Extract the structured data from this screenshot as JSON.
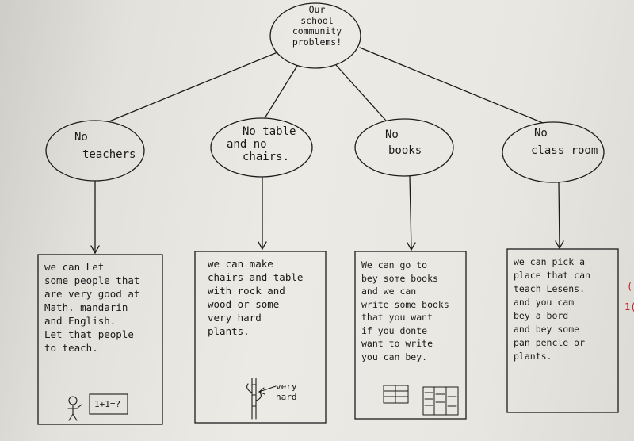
{
  "root": {
    "lines": [
      "Our",
      "school",
      "community",
      "problems!"
    ]
  },
  "problems": [
    {
      "lines": [
        "No",
        "teachers"
      ]
    },
    {
      "lines": [
        "No table",
        "and no",
        "chairs."
      ]
    },
    {
      "lines": [
        "No",
        "books"
      ]
    },
    {
      "lines": [
        "No",
        "class room"
      ]
    }
  ],
  "solutions": [
    {
      "text": "we can Let\nsome people that\nare very good at\nMath. mandarin\nand English.\nLet that people\nto teach."
    },
    {
      "text": "we can make\nchairs and table\nwith rock and\nwood or some\nvery hard\nplants."
    },
    {
      "text": "We can go to\nbey some books\nand we can\nwrite some books\nthat you want\nif you donte\nwant to write\nyou can bey."
    },
    {
      "text": "we can pick a\nplace that can\nteach Lesens.\nand you cam\nbey a bord\nand bey some\npan pencle or\nplants."
    }
  ],
  "sketch_labels": {
    "math_board": "1+1=?",
    "plant_note": "very\nhard"
  },
  "margin_marks": [
    "(",
    "1("
  ],
  "colors": {
    "ink": "#1c1c1c",
    "paper": "#eceae5",
    "red_pen": "#c0202a"
  }
}
